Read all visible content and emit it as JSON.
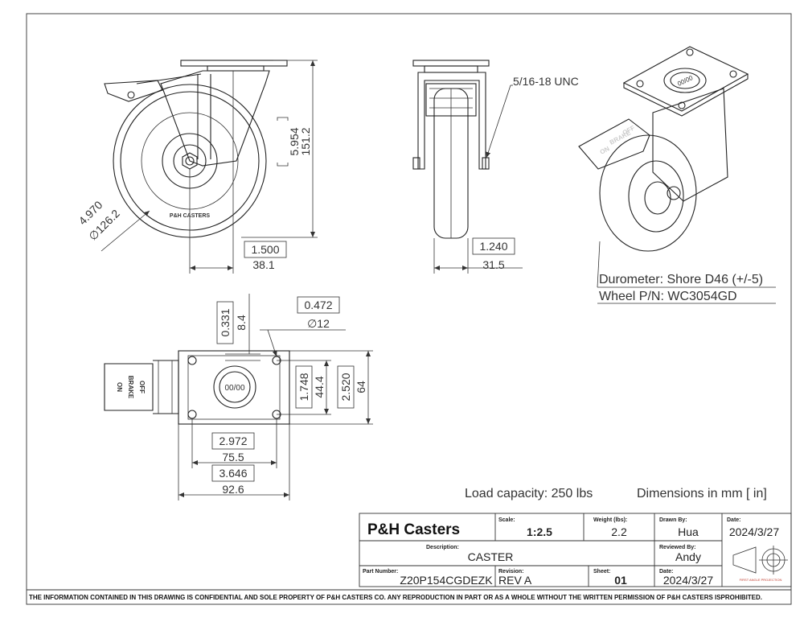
{
  "views": {
    "side": {
      "height_in": "5.954",
      "height_mm": "151.2",
      "wheel_in": "4.970",
      "wheel_mm": "∅126.2",
      "offset_in": "1.500",
      "offset_mm": "38.1",
      "tire_text": "P&H CASTERS"
    },
    "front": {
      "thread": "5/16-18 UNC",
      "width_in": "1.240",
      "width_mm": "31.5"
    },
    "iso": {
      "durometer": "Durometer: Shore D46 (+/-5)",
      "wheel_pn": "Wheel P/N: WC3054GD",
      "brake_plate": [
        "OFF",
        "BRAKE",
        "ON"
      ]
    },
    "top": {
      "slot_in": "0.331",
      "slot_mm": "8.4",
      "hole_in": "0.472",
      "hole_mm": "∅12",
      "pattern_w_in": "2.972",
      "pattern_w_mm": "75.5",
      "plate_w_in": "3.646",
      "plate_w_mm": "92.6",
      "pattern_h_in": "1.748",
      "pattern_h_mm": "44.4",
      "plate_h_in": "2.520",
      "plate_h_mm": "64",
      "stamp": "00/00",
      "brake_plate": [
        "OFF",
        "BRAKE",
        "ON"
      ]
    }
  },
  "notes": {
    "load": "Load capacity: 250 lbs",
    "units": "Dimensions in mm [ in]"
  },
  "title_block": {
    "company": "P&H Casters",
    "scale_label": "Scale:",
    "scale": "1:2.5",
    "weight_label": "Weight (lbs):",
    "weight": "2.2",
    "drawn_label": "Drawn By:",
    "drawn": "Hua",
    "date_label": "Date:",
    "date1": "2024/3/27",
    "desc_label": "Description:",
    "description": "CASTER",
    "reviewed_label": "Reviewed By:",
    "reviewed": "Andy",
    "part_label": "Part Number:",
    "part_number": "Z20P154CGDEZK",
    "revision_label": "Revision:",
    "revision": "REV A",
    "sheet_label": "Sheet:",
    "sheet": "01",
    "date2_label": "Date:",
    "date2": "2024/3/27",
    "projection_label": "FIRST ANGLE PROJECTION"
  },
  "footer": "THE INFORMATION CONTAINED IN THIS DRAWING IS CONFIDENTIAL AND SOLE PROPERTY OF P&H CASTERS CO.  ANY REPRODUCTION IN PART OR AS A WHOLE WITHOUT THE WRITTEN PERMISSION OF P&H CASTERS ISPROHIBITED."
}
